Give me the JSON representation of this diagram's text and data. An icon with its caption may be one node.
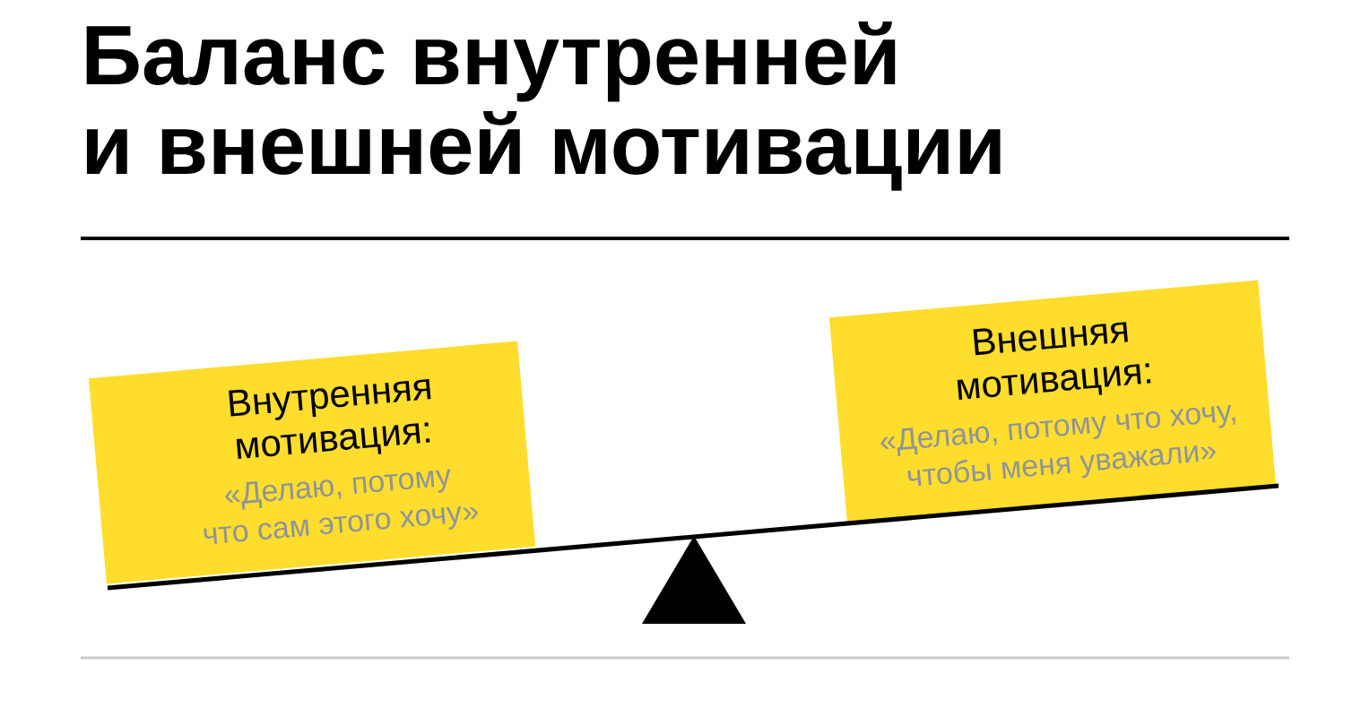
{
  "diagram": {
    "title": "Баланс внутренней и внешней мотивации",
    "nodes": [
      {
        "text": [
          "Внутренняя мотивация:",
          "«Делаю, потому что сам этого хочу»"
        ]
      },
      {
        "text": [
          "Внешняя мотивация:",
          "«Делаю, потому что хочу, чтобы меня уважали»"
        ]
      }
    ]
  }
}
